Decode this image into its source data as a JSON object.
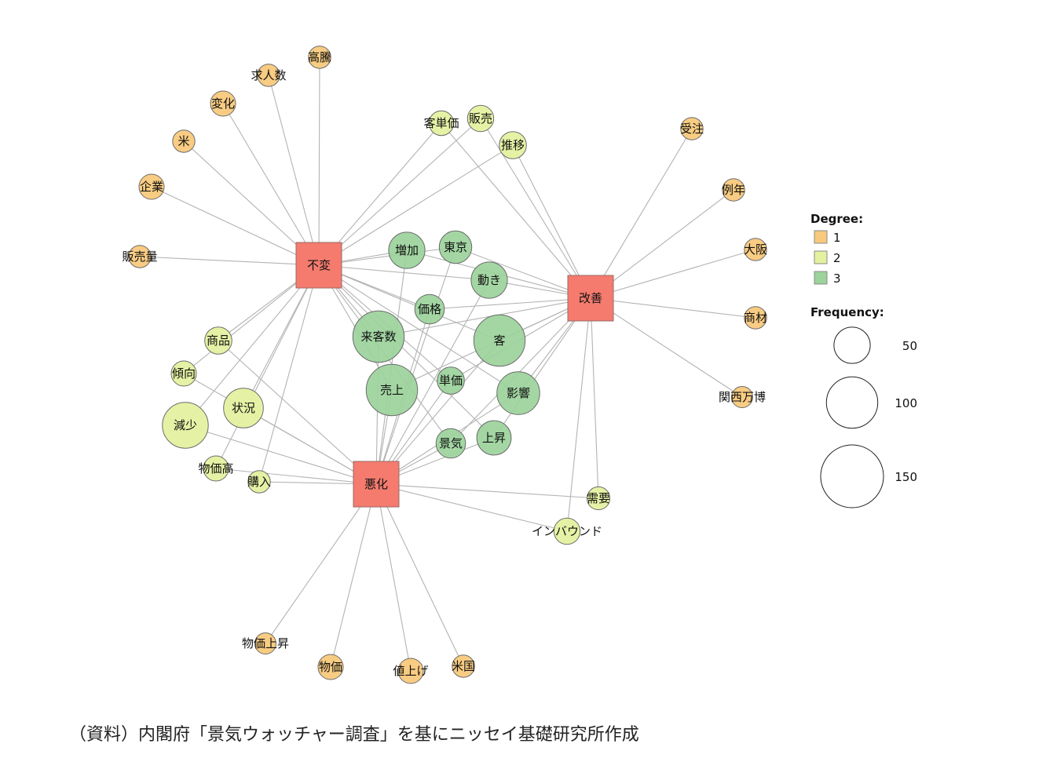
{
  "colors": {
    "degree_1": "#f8c97c",
    "degree_2": "#e4f1a0",
    "degree_3": "#9bd39b",
    "hub": "#f47b6e",
    "edge": "#b3b3b3"
  },
  "hubs": [
    {
      "id": "h1",
      "label": "不変"
    },
    {
      "id": "h2",
      "label": "改善"
    },
    {
      "id": "h3",
      "label": "悪化"
    }
  ],
  "nodes": [
    {
      "id": "n1",
      "label": "高騰",
      "degree": 1,
      "frequency": 19
    },
    {
      "id": "n2",
      "label": "求人数",
      "degree": 1,
      "frequency": 19
    },
    {
      "id": "n3",
      "label": "変化",
      "degree": 1,
      "frequency": 24
    },
    {
      "id": "n4",
      "label": "米",
      "degree": 1,
      "frequency": 19
    },
    {
      "id": "n5",
      "label": "企業",
      "degree": 1,
      "frequency": 24
    },
    {
      "id": "n6",
      "label": "販売量",
      "degree": 1,
      "frequency": 19
    },
    {
      "id": "n7",
      "label": "受注",
      "degree": 1,
      "frequency": 19
    },
    {
      "id": "n8",
      "label": "例年",
      "degree": 1,
      "frequency": 19
    },
    {
      "id": "n9",
      "label": "大阪",
      "degree": 1,
      "frequency": 19
    },
    {
      "id": "n10",
      "label": "商材",
      "degree": 1,
      "frequency": 19
    },
    {
      "id": "n11",
      "label": "関西万博",
      "degree": 1,
      "frequency": 17
    },
    {
      "id": "n12",
      "label": "物価上昇",
      "degree": 1,
      "frequency": 17
    },
    {
      "id": "n13",
      "label": "物価",
      "degree": 1,
      "frequency": 24
    },
    {
      "id": "n14",
      "label": "値上げ",
      "degree": 1,
      "frequency": 24
    },
    {
      "id": "n15",
      "label": "米国",
      "degree": 1,
      "frequency": 19
    },
    {
      "id": "n16",
      "label": "客単価",
      "degree": 2,
      "frequency": 23
    },
    {
      "id": "n17",
      "label": "販売",
      "degree": 2,
      "frequency": 26
    },
    {
      "id": "n18",
      "label": "推移",
      "degree": 2,
      "frequency": 28
    },
    {
      "id": "n19",
      "label": "商品",
      "degree": 2,
      "frequency": 28
    },
    {
      "id": "n20",
      "label": "傾向",
      "degree": 2,
      "frequency": 24
    },
    {
      "id": "n21",
      "label": "状況",
      "degree": 2,
      "frequency": 60
    },
    {
      "id": "n22",
      "label": "減少",
      "degree": 2,
      "frequency": 80
    },
    {
      "id": "n23",
      "label": "物価高",
      "degree": 2,
      "frequency": 24
    },
    {
      "id": "n24",
      "label": "購入",
      "degree": 2,
      "frequency": 19
    },
    {
      "id": "n25",
      "label": "需要",
      "degree": 2,
      "frequency": 20
    },
    {
      "id": "n26",
      "label": "インバウンド",
      "degree": 2,
      "frequency": 26
    },
    {
      "id": "n27",
      "label": "増加",
      "degree": 3,
      "frequency": 50
    },
    {
      "id": "n28",
      "label": "東京",
      "degree": 3,
      "frequency": 40
    },
    {
      "id": "n29",
      "label": "動き",
      "degree": 3,
      "frequency": 50
    },
    {
      "id": "n30",
      "label": "価格",
      "degree": 3,
      "frequency": 33
    },
    {
      "id": "n31",
      "label": "来客数",
      "degree": 3,
      "frequency": 100
    },
    {
      "id": "n32",
      "label": "客",
      "degree": 3,
      "frequency": 100
    },
    {
      "id": "n33",
      "label": "単価",
      "degree": 3,
      "frequency": 28
    },
    {
      "id": "n34",
      "label": "売上",
      "degree": 3,
      "frequency": 100
    },
    {
      "id": "n35",
      "label": "影響",
      "degree": 3,
      "frequency": 70
    },
    {
      "id": "n36",
      "label": "景気",
      "degree": 3,
      "frequency": 33
    },
    {
      "id": "n37",
      "label": "上昇",
      "degree": 3,
      "frequency": 45
    }
  ],
  "edges": [
    [
      "h1",
      "n1"
    ],
    [
      "h1",
      "n2"
    ],
    [
      "h1",
      "n3"
    ],
    [
      "h1",
      "n4"
    ],
    [
      "h1",
      "n5"
    ],
    [
      "h1",
      "n6"
    ],
    [
      "h1",
      "n16"
    ],
    [
      "h1",
      "n17"
    ],
    [
      "h1",
      "n18"
    ],
    [
      "h1",
      "n19"
    ],
    [
      "h1",
      "n20"
    ],
    [
      "h1",
      "n21"
    ],
    [
      "h1",
      "n22"
    ],
    [
      "h1",
      "n23"
    ],
    [
      "h1",
      "n24"
    ],
    [
      "h1",
      "n27"
    ],
    [
      "h1",
      "n28"
    ],
    [
      "h1",
      "n29"
    ],
    [
      "h1",
      "n30"
    ],
    [
      "h1",
      "n31"
    ],
    [
      "h1",
      "n32"
    ],
    [
      "h1",
      "n33"
    ],
    [
      "h1",
      "n34"
    ],
    [
      "h1",
      "n35"
    ],
    [
      "h1",
      "n36"
    ],
    [
      "h1",
      "n37"
    ],
    [
      "h2",
      "n7"
    ],
    [
      "h2",
      "n8"
    ],
    [
      "h2",
      "n9"
    ],
    [
      "h2",
      "n10"
    ],
    [
      "h2",
      "n11"
    ],
    [
      "h2",
      "n16"
    ],
    [
      "h2",
      "n17"
    ],
    [
      "h2",
      "n18"
    ],
    [
      "h2",
      "n25"
    ],
    [
      "h2",
      "n26"
    ],
    [
      "h2",
      "n27"
    ],
    [
      "h2",
      "n28"
    ],
    [
      "h2",
      "n29"
    ],
    [
      "h2",
      "n30"
    ],
    [
      "h2",
      "n31"
    ],
    [
      "h2",
      "n32"
    ],
    [
      "h2",
      "n33"
    ],
    [
      "h2",
      "n34"
    ],
    [
      "h2",
      "n35"
    ],
    [
      "h2",
      "n36"
    ],
    [
      "h2",
      "n37"
    ],
    [
      "h3",
      "n12"
    ],
    [
      "h3",
      "n13"
    ],
    [
      "h3",
      "n14"
    ],
    [
      "h3",
      "n15"
    ],
    [
      "h3",
      "n19"
    ],
    [
      "h3",
      "n20"
    ],
    [
      "h3",
      "n21"
    ],
    [
      "h3",
      "n22"
    ],
    [
      "h3",
      "n23"
    ],
    [
      "h3",
      "n24"
    ],
    [
      "h3",
      "n25"
    ],
    [
      "h3",
      "n26"
    ],
    [
      "h3",
      "n27"
    ],
    [
      "h3",
      "n28"
    ],
    [
      "h3",
      "n29"
    ],
    [
      "h3",
      "n30"
    ],
    [
      "h3",
      "n31"
    ],
    [
      "h3",
      "n32"
    ],
    [
      "h3",
      "n33"
    ],
    [
      "h3",
      "n34"
    ],
    [
      "h3",
      "n35"
    ],
    [
      "h3",
      "n36"
    ],
    [
      "h3",
      "n37"
    ]
  ],
  "legend": {
    "degree_title": "Degree:",
    "degree_items": [
      {
        "label": "1",
        "color": "#f8c97c"
      },
      {
        "label": "2",
        "color": "#e4f1a0"
      },
      {
        "label": "3",
        "color": "#9bd39b"
      }
    ],
    "frequency_title": "Frequency:",
    "frequency_items": [
      {
        "label": "50",
        "value": 50
      },
      {
        "label": "100",
        "value": 100
      },
      {
        "label": "150",
        "value": 150
      }
    ]
  },
  "source_note": "（資料）内閣府「景気ウォッチャー調査」を基にニッセイ基礎研究所作成"
}
